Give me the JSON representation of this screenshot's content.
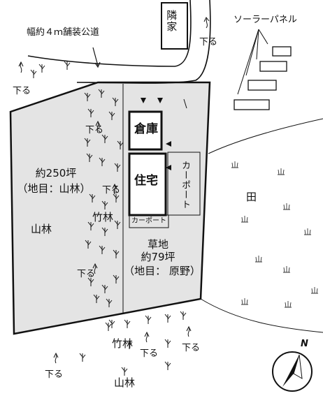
{
  "road": {
    "label": "幅約４ｍ舗装公道"
  },
  "neighbor": {
    "label": "隣家"
  },
  "solar": {
    "label": "ソーラーパネル"
  },
  "field": {
    "label": "田"
  },
  "buildings": {
    "storage": "倉庫",
    "house": "住宅",
    "carport_right": "カーポート",
    "carport_bottom": "カーポート"
  },
  "forest_plot": {
    "area": "約250坪",
    "category": "（地目：山林）",
    "name": "山林"
  },
  "grass_plot": {
    "name": "草地",
    "area": "約79坪",
    "category": "（地目： 原野）"
  },
  "bamboo": {
    "label": "竹林"
  },
  "outside_forest": {
    "label": "山林"
  },
  "slope": {
    "label": "下る",
    "positions": [
      "road-left",
      "neighbor",
      "lot-top",
      "bamboo-mid",
      "forest-lower",
      "bottom-left",
      "bottom-center",
      "bottom-right"
    ]
  },
  "compass": {
    "label": "N"
  },
  "colors": {
    "lot_fill": "#e4e4e4",
    "line": "#111111",
    "building_fill": "#ffffff"
  }
}
